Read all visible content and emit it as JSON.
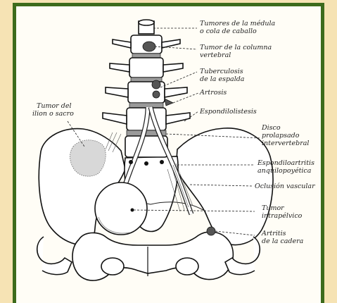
{
  "labels": {
    "cauda_equina": [
      "Tumores de la médula",
      "o cola de caballo"
    ],
    "spine_tumor": [
      "Tumor de la columna",
      "vertebral"
    ],
    "tuberculosis": [
      "Tuberculosis",
      "de la espalda"
    ],
    "arthrosis": [
      "Artrosis"
    ],
    "spondylolisthesis": [
      "Espondilolistesis"
    ],
    "disc": [
      "Disco",
      "prolapsado",
      "intervertebral"
    ],
    "ankylosing": [
      "Espondiloartritis",
      "anquilopoyética"
    ],
    "vascular": [
      "Oclusión vascular"
    ],
    "intrapelvic": [
      "Tumor",
      "intrapélvico"
    ],
    "hip": [
      "Artritis",
      "de la cadera"
    ],
    "ilium": [
      "Tumor del",
      "ilion o sacro"
    ]
  },
  "colors": {
    "frame_green": "#3d6b1c",
    "background": "#f6e3b4",
    "panel": "#fffdf6"
  }
}
